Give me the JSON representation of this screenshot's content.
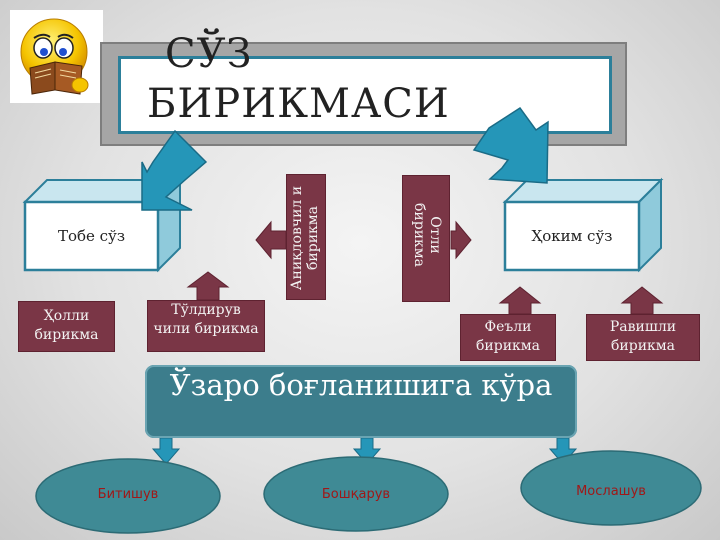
{
  "title": {
    "line1": "СЎЗ",
    "line2": "БИРИКМАСИ"
  },
  "nodes": {
    "tobe": "Тобе  сўз",
    "hokim": "Ҳоким сўз",
    "holli": "Ҳолли бирикма",
    "toldiruv": "Тўлдирув чили бирикма",
    "aniqlov": "Аниқловчил и бирикма",
    "otli": "Отли бирикма",
    "feyli": "Феъли бирикма",
    "ravishli": "Равишли бирикма"
  },
  "center": {
    "text": "Ўзаро боғланишига кўра"
  },
  "ovals": {
    "bitishuv": "Битишув",
    "boshqaruv": "Бошқарув",
    "moslashuv": "Мослашув"
  },
  "icons": {
    "emoji": "reading-emoji-icon"
  },
  "colors": {
    "accent": "#2c7f9a",
    "maroon": "#7a3646",
    "teal": "#3c7d8c",
    "oval": "#3f8a95",
    "ovalText": "#a01818"
  }
}
